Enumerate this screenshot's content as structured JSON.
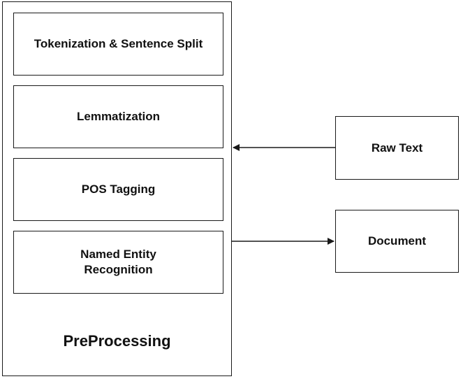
{
  "diagram": {
    "container_label": "PreProcessing",
    "steps": [
      {
        "label": "Tokenization & Sentence Split"
      },
      {
        "label": "Lemmatization"
      },
      {
        "label": "POS Tagging"
      },
      {
        "label": "Named Entity Recognition"
      }
    ],
    "raw_text_label": "Raw Text",
    "document_label": "Document",
    "edges": [
      {
        "from": "Raw Text",
        "to": "PreProcessing"
      },
      {
        "from": "PreProcessing",
        "to": "Document"
      }
    ],
    "colors": {
      "stroke": "#1a1a1a",
      "background": "#ffffff"
    }
  }
}
